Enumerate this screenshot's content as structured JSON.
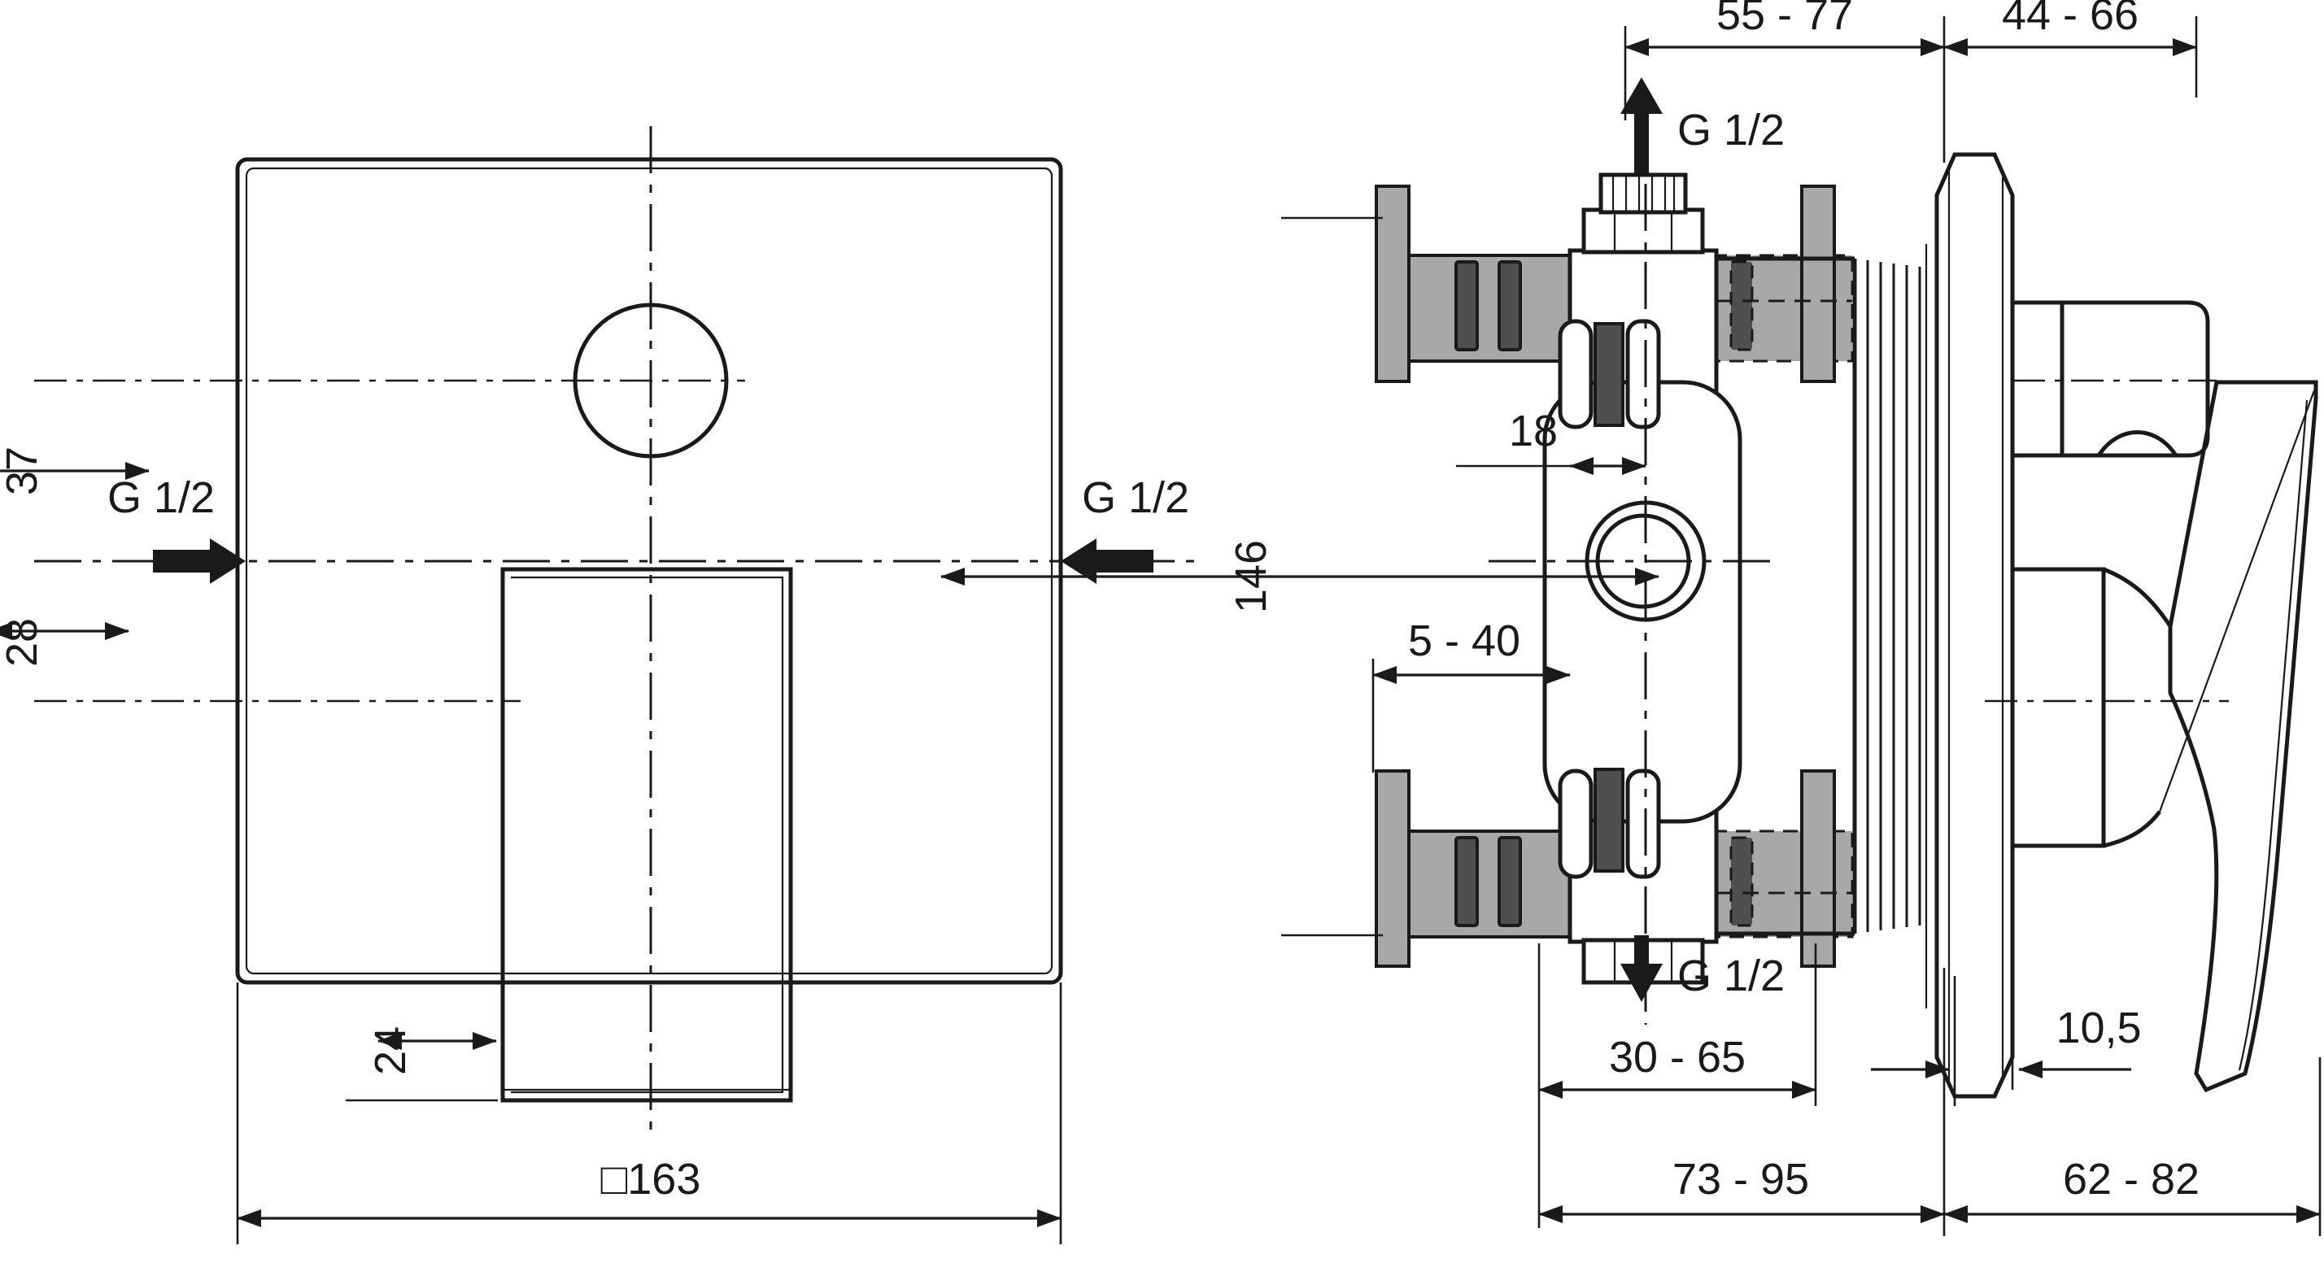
{
  "drawing": {
    "title": "Concealed bath/shower mixer technical dimension drawing",
    "units": "mm",
    "line_color": "#1a1a1a",
    "background": "#ffffff",
    "fill_mid_gray": "#a8a8a8",
    "fill_dark_gray": "#4f4f4f"
  },
  "front_view": {
    "name": "front-view",
    "dimensions": {
      "height_above_axis": "37",
      "height_below_axis": "28",
      "lever_height": "24",
      "plate_width": "□163"
    },
    "connection_left": "G 1/2",
    "connection_right": "G 1/2"
  },
  "side_view": {
    "name": "side-view",
    "dimensions": {
      "top_left_span": "55 - 77",
      "top_right_span": "44 - 66",
      "body_height": "146",
      "offset_18": "18",
      "wall_range": "5 - 40",
      "depth_30_65": "30 - 65",
      "depth_73_95": "73 - 95",
      "projection_10_5": "10,5",
      "projection_62_82": "62 - 82"
    },
    "connection_top": "G 1/2",
    "connection_bottom": "G 1/2"
  },
  "labels": {
    "g_half": "G 1/2",
    "d37": "37",
    "d28": "28",
    "d24": "24",
    "d163": "□163",
    "d55_77": "55 - 77",
    "d44_66": "44 - 66",
    "d146": "146",
    "d18": "18",
    "d5_40": "5 - 40",
    "d30_65": "30 - 65",
    "d73_95": "73 - 95",
    "d10_5": "10,5",
    "d62_82": "62 - 82"
  }
}
